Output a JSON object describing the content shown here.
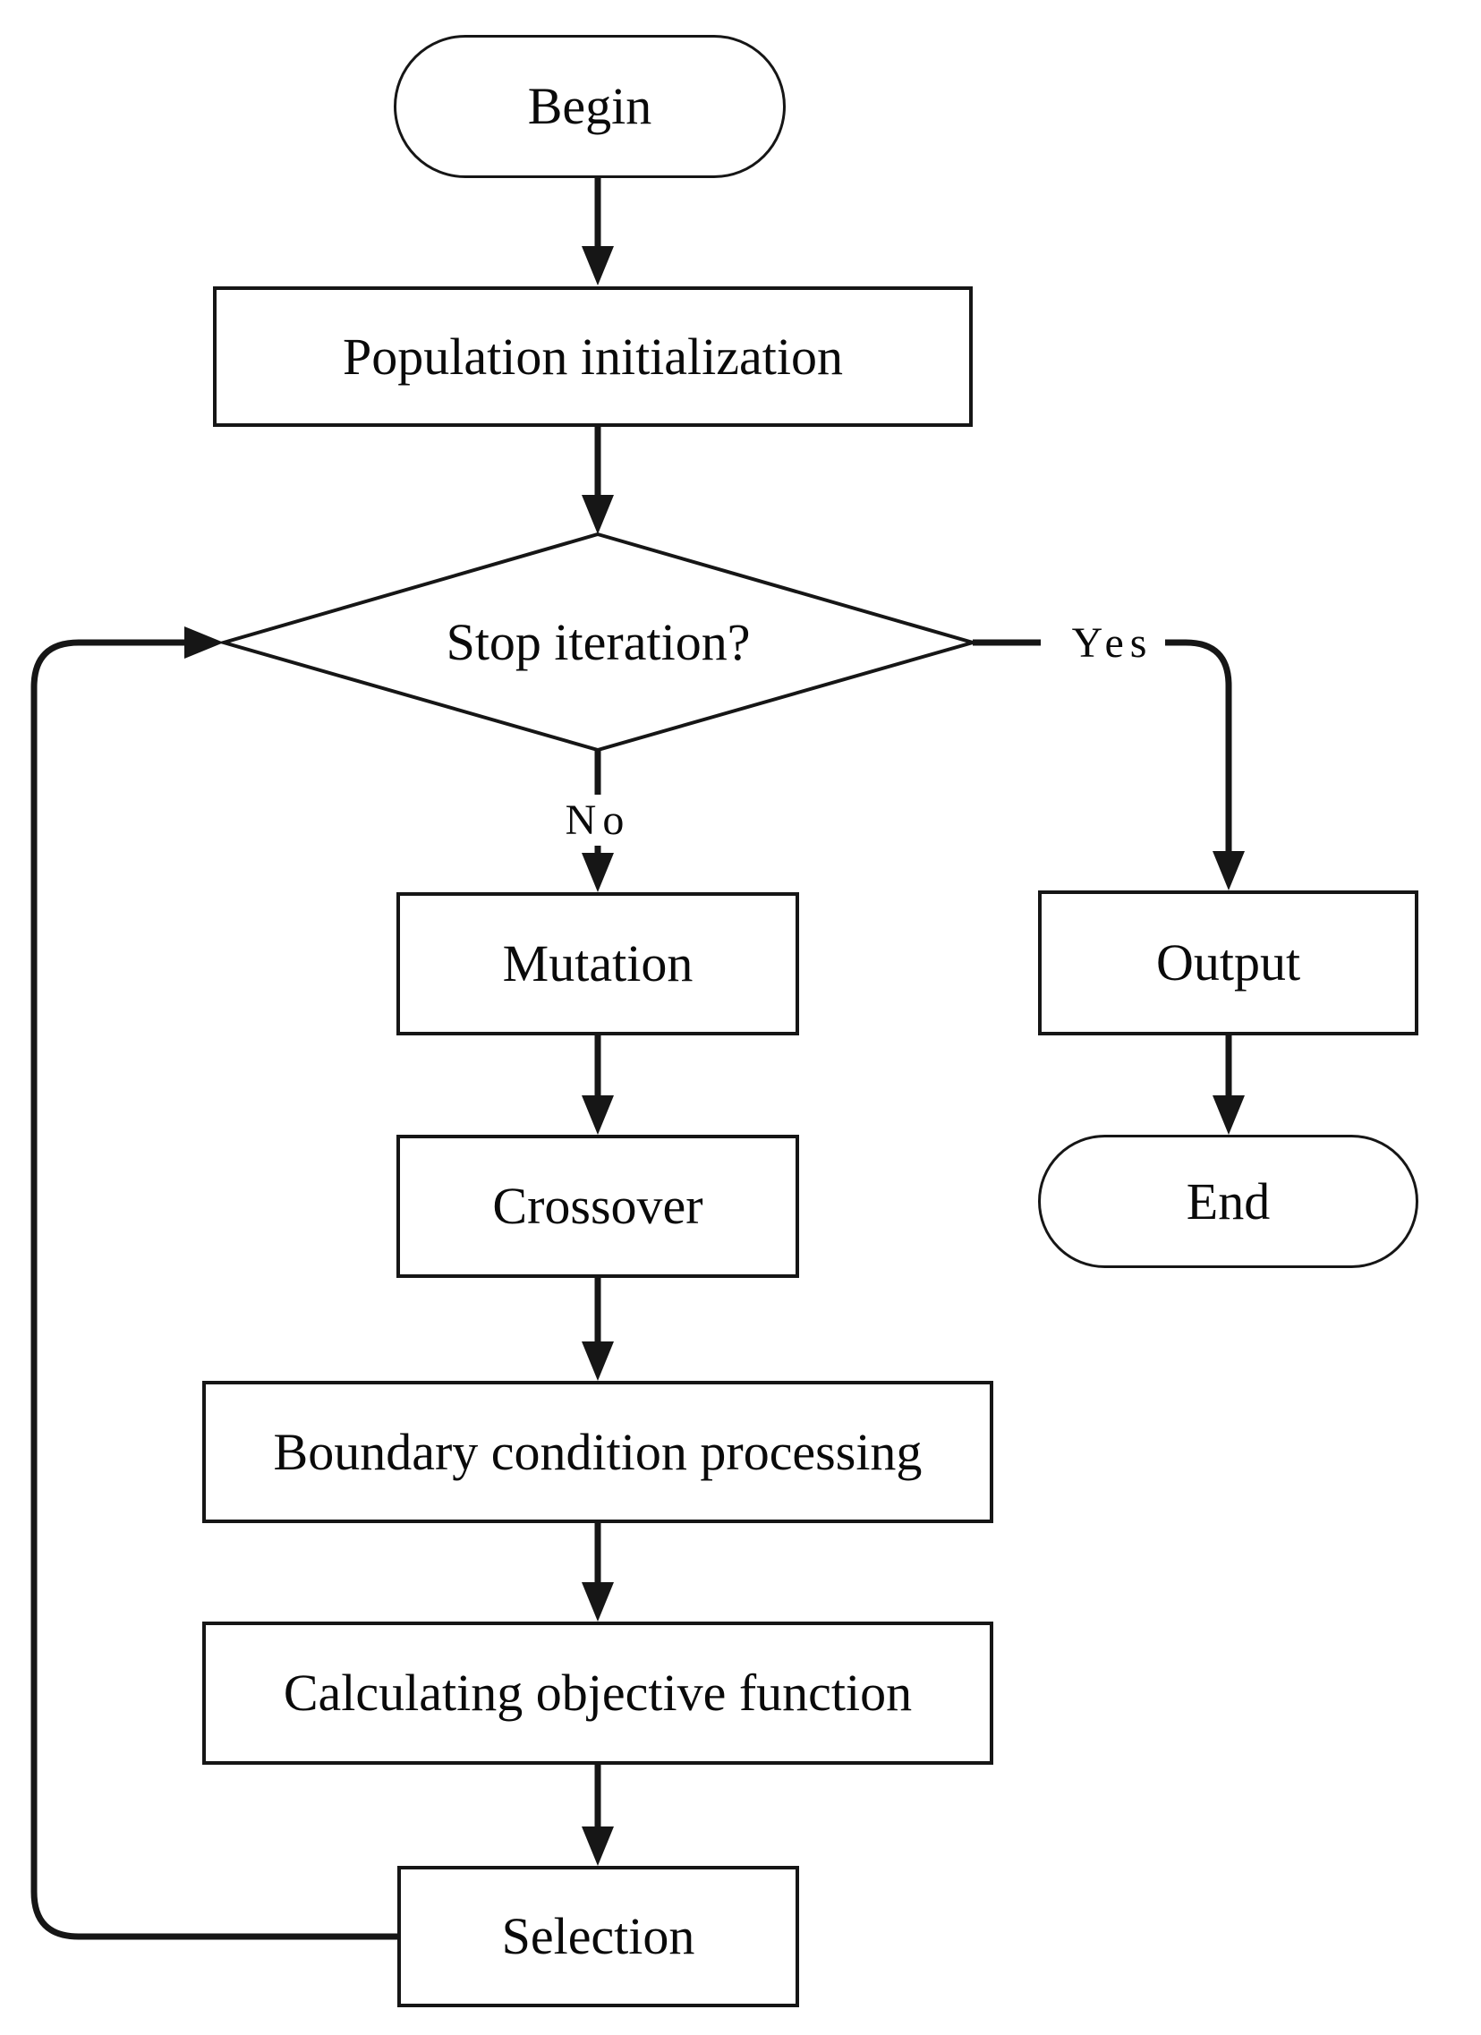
{
  "diagram": {
    "background": "#ffffff",
    "stroke_color": "#161616",
    "text_color": "#0a0a0a",
    "nodes": {
      "begin": {
        "label": "Begin",
        "shape": "terminator"
      },
      "population_init": {
        "label": "Population initialization",
        "shape": "process"
      },
      "stop_iteration": {
        "label": "Stop iteration?",
        "shape": "decision"
      },
      "mutation": {
        "label": "Mutation",
        "shape": "process"
      },
      "crossover": {
        "label": "Crossover",
        "shape": "process"
      },
      "boundary": {
        "label": "Boundary condition processing",
        "shape": "process"
      },
      "objective": {
        "label": "Calculating objective function",
        "shape": "process"
      },
      "selection": {
        "label": "Selection",
        "shape": "process"
      },
      "output": {
        "label": "Output",
        "shape": "process"
      },
      "end": {
        "label": "End",
        "shape": "terminator"
      }
    },
    "edge_labels": {
      "yes": "Yes",
      "no": "No"
    },
    "edges": [
      {
        "from": "begin",
        "to": "population_init",
        "label": ""
      },
      {
        "from": "population_init",
        "to": "stop_iteration",
        "label": ""
      },
      {
        "from": "stop_iteration",
        "to": "mutation",
        "label": "No"
      },
      {
        "from": "stop_iteration",
        "to": "output",
        "label": "Yes"
      },
      {
        "from": "mutation",
        "to": "crossover",
        "label": ""
      },
      {
        "from": "crossover",
        "to": "boundary",
        "label": ""
      },
      {
        "from": "boundary",
        "to": "objective",
        "label": ""
      },
      {
        "from": "objective",
        "to": "selection",
        "label": ""
      },
      {
        "from": "selection",
        "to": "stop_iteration",
        "label": ""
      },
      {
        "from": "output",
        "to": "end",
        "label": ""
      }
    ]
  }
}
